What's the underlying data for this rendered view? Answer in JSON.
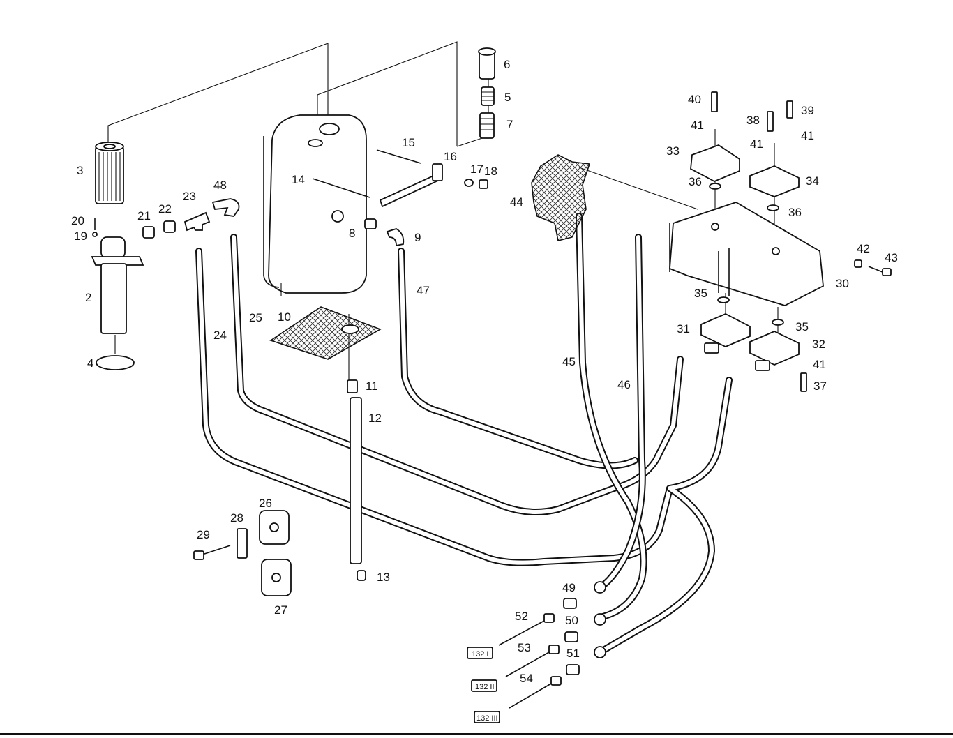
{
  "parts": [
    "2",
    "3",
    "4",
    "5",
    "6",
    "7",
    "8",
    "9",
    "10",
    "11",
    "12",
    "13",
    "14",
    "15",
    "16",
    "17",
    "18",
    "19",
    "20",
    "21",
    "22",
    "23",
    "24",
    "25",
    "26",
    "27",
    "28",
    "29",
    "30",
    "31",
    "32",
    "33",
    "34",
    "35",
    "35",
    "36",
    "36",
    "37",
    "38",
    "39",
    "40",
    "41",
    "41",
    "41",
    "41",
    "42",
    "43",
    "44",
    "45",
    "46",
    "47",
    "48",
    "49",
    "50",
    "51",
    "52",
    "53",
    "54"
  ],
  "references": [
    "132 I",
    "132 II",
    "132 III"
  ]
}
